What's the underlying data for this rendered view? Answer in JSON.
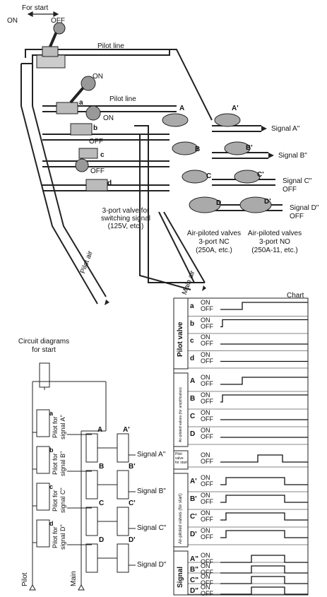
{
  "top": {
    "for_start": "For start",
    "on": "ON",
    "off": "OFF",
    "pilot_line_1": "Pilot line",
    "pilot_line_2": "Pilot line",
    "lever_on_1": "ON",
    "lever_on_2": "ON",
    "lever_off_1": "OFF",
    "lever_off_2": "OFF",
    "valve_a": "a",
    "valve_b": "b",
    "valve_c": "c",
    "valve_d": "d",
    "switch_note_1": "3-port valve for",
    "switch_note_2": "switching signal",
    "switch_note_3": "(125V, etc.)",
    "pilot_air": "Pilot air",
    "main_air": "Main air",
    "labels_nc": [
      "A",
      "B",
      "C",
      "D"
    ],
    "labels_no": [
      "A'",
      "B'",
      "C'",
      "D'"
    ],
    "signals": [
      "Signal A\"",
      "Signal B\"",
      "Signal C\"",
      "Signal D\""
    ],
    "signal_off": "OFF",
    "nc_note_1": "Air-piloted valves",
    "nc_note_2": "3-port NC",
    "nc_note_3": "(250A, etc.)",
    "no_note_1": "Air-piloted valves",
    "no_note_2": "3-port NO",
    "no_note_3": "(250A-11, etc.)"
  },
  "circuit": {
    "title_1": "Circuit diagrams",
    "title_2": "for start",
    "labels": [
      "a",
      "b",
      "c",
      "d"
    ],
    "pilot_for": "Pilot for",
    "signal_words": [
      "signal A\"",
      "signal B\"",
      "signal C\"",
      "signal D\""
    ],
    "nc": [
      "A",
      "B",
      "C",
      "D"
    ],
    "no": [
      "A'",
      "B'",
      "C'",
      "D'"
    ],
    "out": [
      "Signal A\"",
      "Signal B\"",
      "Signal C\"",
      "Signal D\""
    ],
    "pilot": "Pilot",
    "main": "Main"
  },
  "chart": {
    "title": "Chart",
    "on": "ON",
    "off": "OFF",
    "groups": [
      {
        "name": "Pilot valve",
        "rows": [
          "a",
          "b",
          "c",
          "d"
        ]
      },
      {
        "name": "Air-piloted valves (for amplification)",
        "rows": [
          "A",
          "B",
          "C",
          "D"
        ]
      },
      {
        "name": "Pilot valve for start",
        "rows": [
          ""
        ]
      },
      {
        "name": "Air-piloted valves (for start)",
        "rows": [
          "A'",
          "B'",
          "C'",
          "D'"
        ]
      },
      {
        "name": "Signal",
        "rows": [
          "A\"",
          "B\"",
          "C\"",
          "D\""
        ]
      }
    ]
  }
}
